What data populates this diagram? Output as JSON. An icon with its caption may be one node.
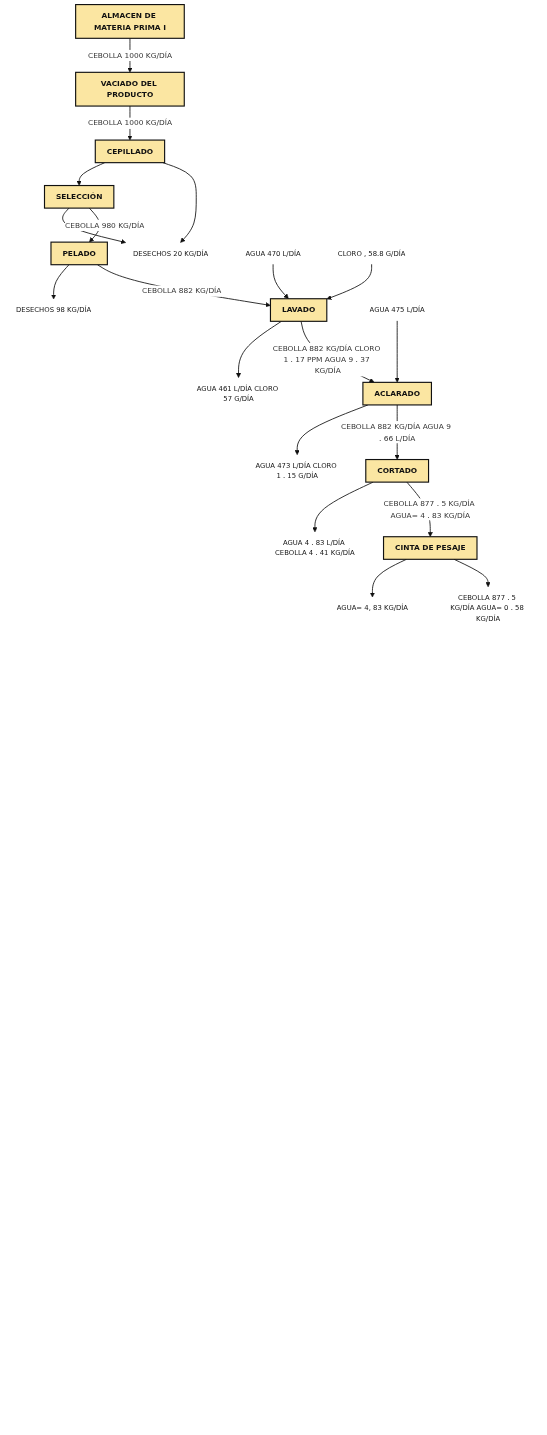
{
  "diagram": {
    "nodes": [
      {
        "text": [
          "ALMACEN DE MATERIA PRIMA I"
        ]
      },
      {
        "text": [
          "VACIADO DEL PRODUCTO"
        ]
      },
      {
        "text": [
          "CEPILLADO"
        ]
      },
      {
        "text": [
          "SELECCIÓN"
        ]
      },
      {
        "text": [
          "PELADO"
        ]
      },
      {
        "text": [
          "LAVADO"
        ]
      },
      {
        "text": [
          "ACLARADO"
        ]
      },
      {
        "text": [
          "CORTADO"
        ]
      },
      {
        "text": [
          "CINTA DE PESAJE"
        ]
      },
      {
        "text": [
          "DESECHOS 20 KG/DÍA"
        ]
      },
      {
        "text": [
          "DESECHOS 98 KG/DÍA"
        ]
      },
      {
        "text": [
          "AGUA 461 L/DÍA CLORO 57 G/DÍA"
        ]
      },
      {
        "text": [
          "AGUA 470 L/DÍA"
        ]
      },
      {
        "text": [
          "CLORO , 58.8 G/DÍA"
        ]
      },
      {
        "text": [
          "AGUA 473 L/DÍA CLORO 1 . 15 G/DÍA"
        ]
      },
      {
        "text": [
          "AGUA 475 L/DÍA"
        ]
      },
      {
        "text": [
          "AGUA 4 . 83 L/DÍA CEBOLLA 4 . 41 KG/DÍA"
        ]
      },
      {
        "text": [
          "AGUA= 4, 83 KG/DÍA"
        ]
      },
      {
        "text": [
          "CEBOLLA 877 . 5 KG/DÍA AGUA= 0 . 58 KG/DÍA"
        ]
      }
    ],
    "edges": [
      {
        "from": 0,
        "to": 1,
        "arrow": "to",
        "label": "CEBOLLA 1000 KG/DÍA"
      },
      {
        "from": 1,
        "to": 2,
        "arrow": "to",
        "label": "CEBOLLA 1000 KG/DÍA"
      },
      {
        "from": 2,
        "to": 3,
        "arrow": "to"
      },
      {
        "from": 2,
        "to": 9,
        "arrow": "to"
      },
      {
        "from": 3,
        "to": 9,
        "arrow": "to"
      },
      {
        "from": 3,
        "to": 4,
        "arrow": "to",
        "label": "CEBOLLA 980 KG/DÍA"
      },
      {
        "from": 4,
        "to": 10,
        "arrow": "to"
      },
      {
        "from": 4,
        "to": 5,
        "arrow": "to",
        "label": "CEBOLLA 882 KG/DÍA"
      },
      {
        "from": 5,
        "to": 11,
        "arrow": "to"
      },
      {
        "from": 12,
        "to": 5,
        "arrow": "to"
      },
      {
        "from": 13,
        "to": 5,
        "arrow": "to"
      },
      {
        "from": 5,
        "to": 6,
        "arrow": "to",
        "label": "CEBOLLA 882 KG/DÍA CLORO 1 . 17 PPM AGUA 9 . 37 KG/DÍA"
      },
      {
        "from": 6,
        "to": 14,
        "arrow": "to"
      },
      {
        "from": 15,
        "to": 6,
        "arrow": "to"
      },
      {
        "from": 6,
        "to": 7,
        "arrow": "to",
        "label": "CEBOLLA 882 KG/DÍA AGUA 9 . 66 L/DÍA"
      },
      {
        "from": 7,
        "to": 16,
        "arrow": "to"
      },
      {
        "from": 7,
        "to": 8,
        "arrow": "to",
        "label": "CEBOLLA 877 . 5 KG/DÍA AGUA= 4 . 83 KG/DÍA"
      },
      {
        "from": 8,
        "to": 17,
        "arrow": "to"
      },
      {
        "from": 8,
        "to": 18,
        "arrow": "to"
      }
    ]
  }
}
